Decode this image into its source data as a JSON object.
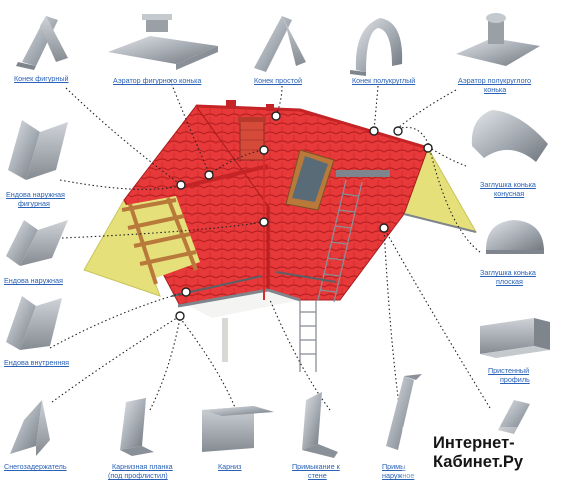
{
  "parts": {
    "konek_figurny": "Конек фигурный",
    "aerator_figurnogo": "Аэратор фигурного конька",
    "konek_prostoy": "Конек простой",
    "konek_polukrugly": "Конек полукруглый",
    "aerator_polukruglogo_1": "Аэратор полукруглого",
    "aerator_polukruglogo_2": "конька",
    "zaglushka_konusnaya_1": "Заглушка конька",
    "zaglushka_konusnaya_2": "конусная",
    "endova_figurnaya_1": "Ендова наружная",
    "endova_figurnaya_2": "фигурная",
    "zaglushka_ploskaya_1": "Заглушка конька",
    "zaglushka_ploskaya_2": "плоская",
    "endova_naruzhnaya": "Ендова наружная",
    "pristenny_1": "Пристенный",
    "pristenny_2": "профиль",
    "endova_vnutrennyaya": "Ендова внутренняя",
    "snegozaderzhatel": "Снегозадержатель",
    "karniznaya_1": "Карнизная планка",
    "karniznaya_2": "(под профлистил)",
    "karniz": "Карниз",
    "primykanie_1": "Примыкание к",
    "primykanie_2": "стене",
    "primy_1": "Примы",
    "primy_2": "наружное"
  },
  "watermark": {
    "line1": "Интернет-",
    "line2": "Кабинет.Ру"
  },
  "colors": {
    "roof_red": "#e8393a",
    "roof_red_dark": "#c42426",
    "gable_yellow": "#e6e07a",
    "metal_gray": "#9aa0a6",
    "label_blue": "#2a62b8",
    "wood": "#b9793a"
  }
}
